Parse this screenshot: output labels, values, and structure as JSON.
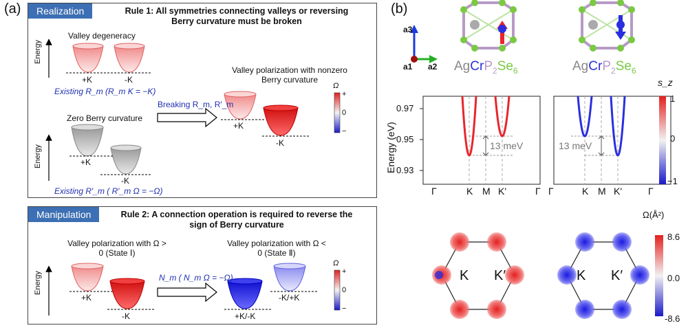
{
  "panel_a": {
    "label": "(a)",
    "realization": {
      "tag": "Realization",
      "rule": "Rule 1: All symmetries connecting valleys or reversing Berry curvature must be broken",
      "valley_degeneracy": "Valley degeneracy",
      "existing_rm": "Existing R_m (R_m K = −K)",
      "zero_berry": "Zero Berry curvature",
      "existing_rm2": "Existing R′_m ( R′_m Ω = −Ω)",
      "arrow_label": "Breaking R_m, R′_m",
      "result_title": "Valley polarization with nonzero Berry curvature",
      "energy": "Energy",
      "plus_k": "+K",
      "minus_k": "-K"
    },
    "manipulation": {
      "tag": "Manipulation",
      "rule": "Rule 2: A connection operation is required to reverse the sign of Berry curvature",
      "state1": "Valley polarization with Ω > 0 (State Ⅰ)",
      "state2": "Valley polarization with Ω < 0 (State Ⅱ)",
      "arrow_label": "N_m ( N_m Ω = −Ω)",
      "energy": "Energy",
      "plus_k": "+K",
      "minus_k": "-K",
      "plusk_minusk": "+K/-K",
      "minusk_plusk": "-K/+K"
    },
    "colorbar": {
      "title": "Ω",
      "plus": "+",
      "zero": "0",
      "minus": "−"
    }
  },
  "panel_b": {
    "label": "(b)",
    "axes": {
      "a1": "a1",
      "a2": "a2",
      "a3": "a3"
    },
    "formula": {
      "ag": "Ag",
      "cr": "Cr",
      "p": "P",
      "p_sub": "2",
      "se": "Se",
      "se_sub": "6"
    },
    "band_plot": {
      "ylabel": "Energy (eV)",
      "yticks": [
        "0.97",
        "0.95",
        "0.93"
      ],
      "xticks": [
        "Γ",
        "K",
        "M",
        "K'",
        "Γ"
      ],
      "gap_label": "13 meV",
      "colorbar_title": "s_z",
      "colorbar_ticks": [
        "1",
        "0",
        "−1"
      ]
    },
    "berry_map": {
      "title": "Ω(Å²)",
      "ticks": [
        "8.6",
        "0.0",
        "-8.6"
      ],
      "k_label": "K",
      "kp_label": "K′"
    },
    "colors": {
      "red": "#e8262b",
      "blue": "#2a2ee0",
      "gray": "#999999",
      "green": "#7ac943",
      "purple": "#b79ac7"
    }
  }
}
